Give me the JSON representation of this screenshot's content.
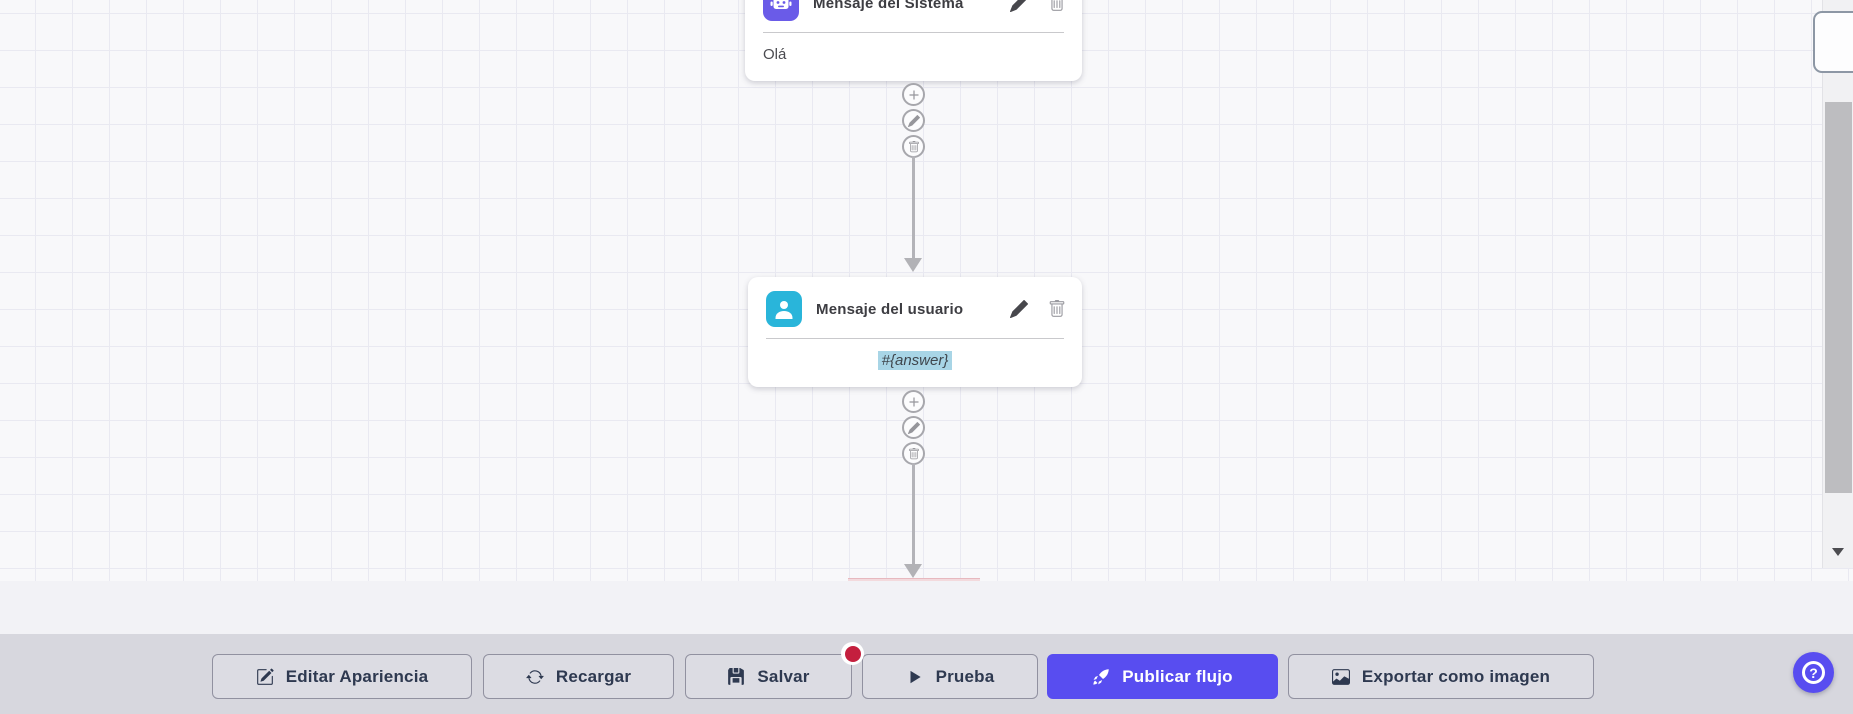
{
  "canvas": {
    "nodes": [
      {
        "title": "Mensaje del Sistema",
        "body": "Olá",
        "icon": "robot-icon",
        "icon_bg": "#6a5be8",
        "actions": [
          "edit",
          "delete"
        ]
      },
      {
        "title": "Mensaje del usuario",
        "body": "#{answer}",
        "body_highlighted": true,
        "icon": "user-icon",
        "icon_bg": "#29b5da",
        "actions": [
          "edit",
          "delete"
        ]
      }
    ],
    "connector_actions": [
      "add",
      "edit",
      "delete"
    ],
    "next_node_peek": "partial node edge at canvas bottom"
  },
  "toolbar": {
    "buttons": [
      {
        "label": "Editar Apariencia",
        "icon": "edit-appearance-icon"
      },
      {
        "label": "Recargar",
        "icon": "refresh-icon"
      },
      {
        "label": "Salvar",
        "icon": "save-icon",
        "badge": "unsaved-changes-dot"
      },
      {
        "label": "Prueba",
        "icon": "play-icon"
      },
      {
        "label": "Publicar flujo",
        "icon": "rocket-icon",
        "primary": true
      },
      {
        "label": "Exportar como imagen",
        "icon": "image-icon"
      }
    ]
  },
  "help": {
    "label": "?",
    "icon": "question-mark-icon"
  },
  "colors": {
    "accent_purple": "#584df0",
    "system_node_icon_bg": "#6a5be8",
    "user_node_icon_bg": "#29b5da",
    "unsaved_dot_red": "#c41f3e",
    "variable_highlight": "#a8d5e6",
    "canvas_bg": "#f8f8fa",
    "grid_line": "#e9e9f1",
    "toolbar_bg": "#d7d7de",
    "prefooter_bg": "#f2f2f6"
  }
}
